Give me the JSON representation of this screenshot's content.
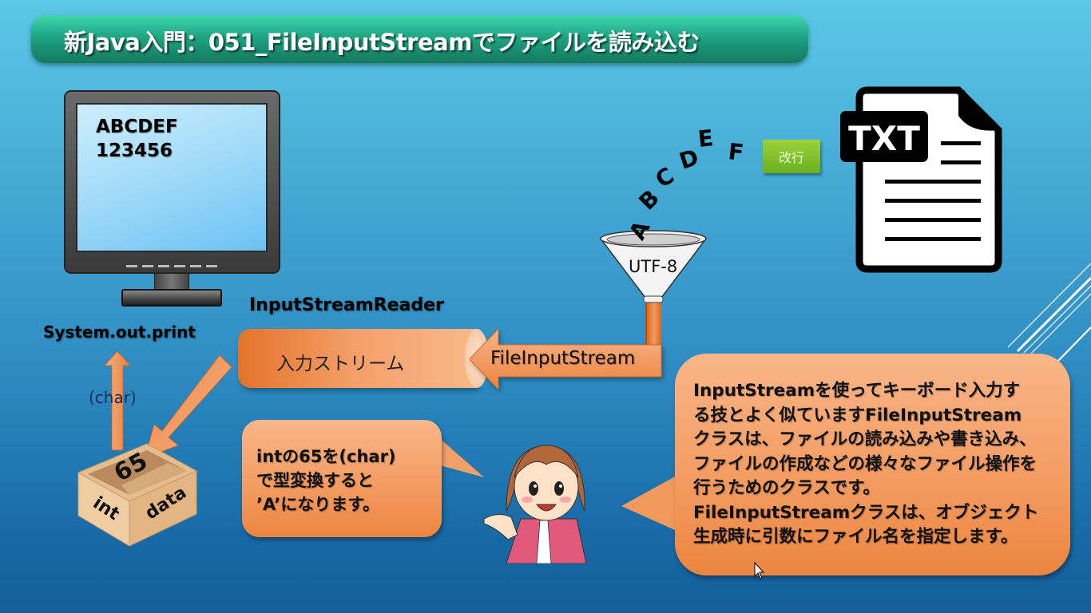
{
  "slide": {
    "title": "新Java入門：051_FileInputStreamでファイルを読み込む",
    "monitor": {
      "screen_lines": [
        "ABCDEF",
        "123456"
      ],
      "output_label": "System.out.print"
    },
    "stream": {
      "reader_label": "InputStreamReader",
      "cylinder_label": "入力ストリーム",
      "file_input_label": "FileInputStream"
    },
    "funnel": {
      "encoding_label": "UTF-8",
      "letters": [
        "A",
        "B",
        "C",
        "D",
        "E",
        "F"
      ]
    },
    "newline_button": "改行",
    "file_icon": {
      "label": "TXT",
      "icon": "text-file-icon"
    },
    "data_box": {
      "cast_label": "(char)",
      "value": "65",
      "type_label": "int",
      "name_label": "data"
    },
    "callout_small": {
      "text": "intの65を(char)\nで型変換すると\n’A’になります。"
    },
    "callout_big": {
      "text": "InputStreamを使ってキーボード入力す\nる技とよく似ていますFileInputStream\nクラスは、ファイルの読み込みや書き込み、\nファイルの作成などの様々なファイル操作を\n行うためのクラスです。\nFileInputStreamクラスは、オブジェクト\n生成時に引数にファイル名を指定します。"
    },
    "colors": {
      "title_bar": "#1fa584",
      "stream_orange": "#f39a5f",
      "newline_green": "#7dbf27",
      "background_top": "#5bc8e6",
      "background_bottom": "#135f9b"
    }
  }
}
